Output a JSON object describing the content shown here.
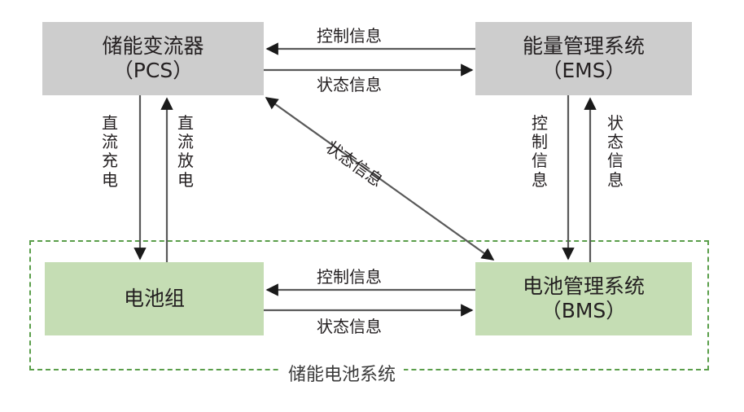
{
  "diagram": {
    "title_caption": "储能电池系统",
    "colors": {
      "node_gray": "#cdcdcd",
      "node_green": "#c5ddb4",
      "dashed_border": "#5a9e4a",
      "arrow": "#595959",
      "text": "#231f20",
      "background": "#ffffff"
    },
    "nodes": [
      {
        "id": "pcs",
        "line1": "储能变流器",
        "line2": "（PCS）",
        "fill": "gray"
      },
      {
        "id": "ems",
        "line1": "能量管理系统",
        "line2": "（EMS）",
        "fill": "gray"
      },
      {
        "id": "battery",
        "line1": "电池组",
        "line2": "",
        "fill": "green"
      },
      {
        "id": "bms",
        "line1": "电池管理系统",
        "line2": "（BMS）",
        "fill": "green"
      }
    ],
    "edges": [
      {
        "id": "ems-to-pcs-control",
        "label": "控制信息",
        "from": "ems",
        "to": "pcs",
        "orientation": "horizontal"
      },
      {
        "id": "pcs-to-ems-status",
        "label": "状态信息",
        "from": "pcs",
        "to": "ems",
        "orientation": "horizontal"
      },
      {
        "id": "pcs-to-battery-charge",
        "label": "直流充电",
        "from": "pcs",
        "to": "battery",
        "orientation": "vertical"
      },
      {
        "id": "battery-to-pcs-discharge",
        "label": "直流放电",
        "from": "battery",
        "to": "pcs",
        "orientation": "vertical"
      },
      {
        "id": "ems-to-bms-control",
        "label": "控制信息",
        "from": "ems",
        "to": "bms",
        "orientation": "vertical"
      },
      {
        "id": "bms-to-ems-status",
        "label": "状态信息",
        "from": "bms",
        "to": "ems",
        "orientation": "vertical"
      },
      {
        "id": "bms-pcs-status",
        "label": "状态信息",
        "from": "bms",
        "to": "pcs",
        "orientation": "diagonal"
      },
      {
        "id": "bms-to-battery-control",
        "label": "控制信息",
        "from": "bms",
        "to": "battery",
        "orientation": "horizontal"
      },
      {
        "id": "battery-to-bms-status",
        "label": "状态信息",
        "from": "battery",
        "to": "bms",
        "orientation": "horizontal"
      }
    ]
  }
}
